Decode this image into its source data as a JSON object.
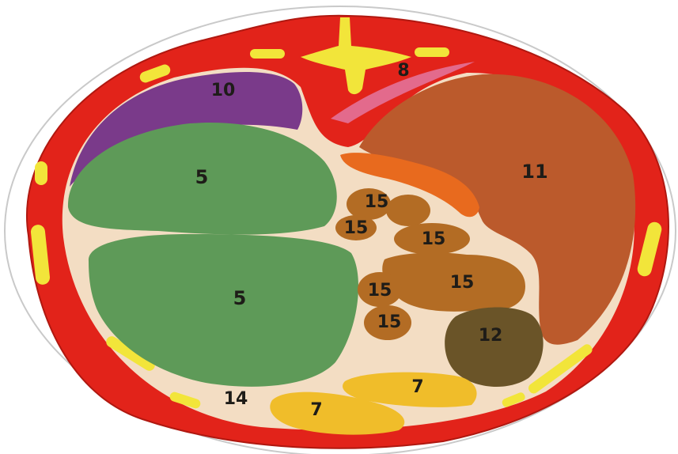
{
  "labels": {
    "l8": "8",
    "l10": "10",
    "l11": "11",
    "l5_upper": "5",
    "l5_lower": "5",
    "l15_a": "15",
    "l15_b": "15",
    "l15_c": "15",
    "l15_d": "15",
    "l15_e": "15",
    "l15_f": "15",
    "l12": "12",
    "l7_right": "7",
    "l7_left": "7",
    "l14": "14"
  },
  "colors": {
    "background": "#ffffff",
    "body_wall": "#e2231a",
    "body_wall_outline": "#b01810",
    "cavity": "#f3ddc3",
    "bone_yellow": "#f2e53a",
    "pink_layer": "#e36a8c",
    "organ_10": "#7a3a8a",
    "organ_5": "#5e9a58",
    "organ_11": "#bb5a2c",
    "orange_strip": "#e86a1e",
    "organ_15": "#b36c24",
    "organ_12": "#6a5428",
    "organ_7": "#f0bd2a",
    "label_text": "#1e1c18"
  }
}
